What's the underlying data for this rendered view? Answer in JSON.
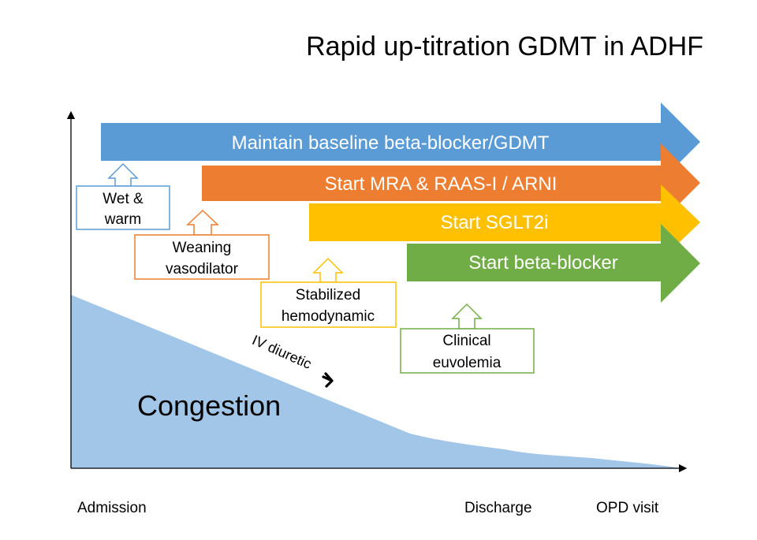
{
  "title": "Rapid up-titration GDMT in ADHF",
  "colors": {
    "blue": "#5b9bd5",
    "orange": "#ed7d31",
    "yellow": "#ffc000",
    "green": "#70ad47",
    "congestion_fill": "#9dc3e6",
    "axis": "#000000"
  },
  "arrows": [
    {
      "label": "Maintain baseline beta-blocker/GDMT",
      "color": "#5b9bd5"
    },
    {
      "label": "Start MRA & RAAS-I / ARNI",
      "color": "#ed7d31"
    },
    {
      "label": "Start SGLT2i",
      "color": "#ffc000"
    },
    {
      "label": "Start beta-blocker",
      "color": "#70ad47"
    }
  ],
  "milestones": [
    {
      "line1": "Wet &",
      "line2": "warm",
      "color": "#5b9bd5"
    },
    {
      "line1": "Weaning",
      "line2": "vasodilator",
      "color": "#ed7d31"
    },
    {
      "line1": "Stabilized",
      "line2": "hemodynamic",
      "color": "#ffc000"
    },
    {
      "line1": "Clinical",
      "line2": "euvolemia",
      "color": "#70ad47"
    }
  ],
  "congestion_label": "Congestion",
  "diuretic_label": "IV diuretic",
  "timeline": {
    "admission": "Admission",
    "discharge": "Discharge",
    "opd": "OPD visit"
  }
}
